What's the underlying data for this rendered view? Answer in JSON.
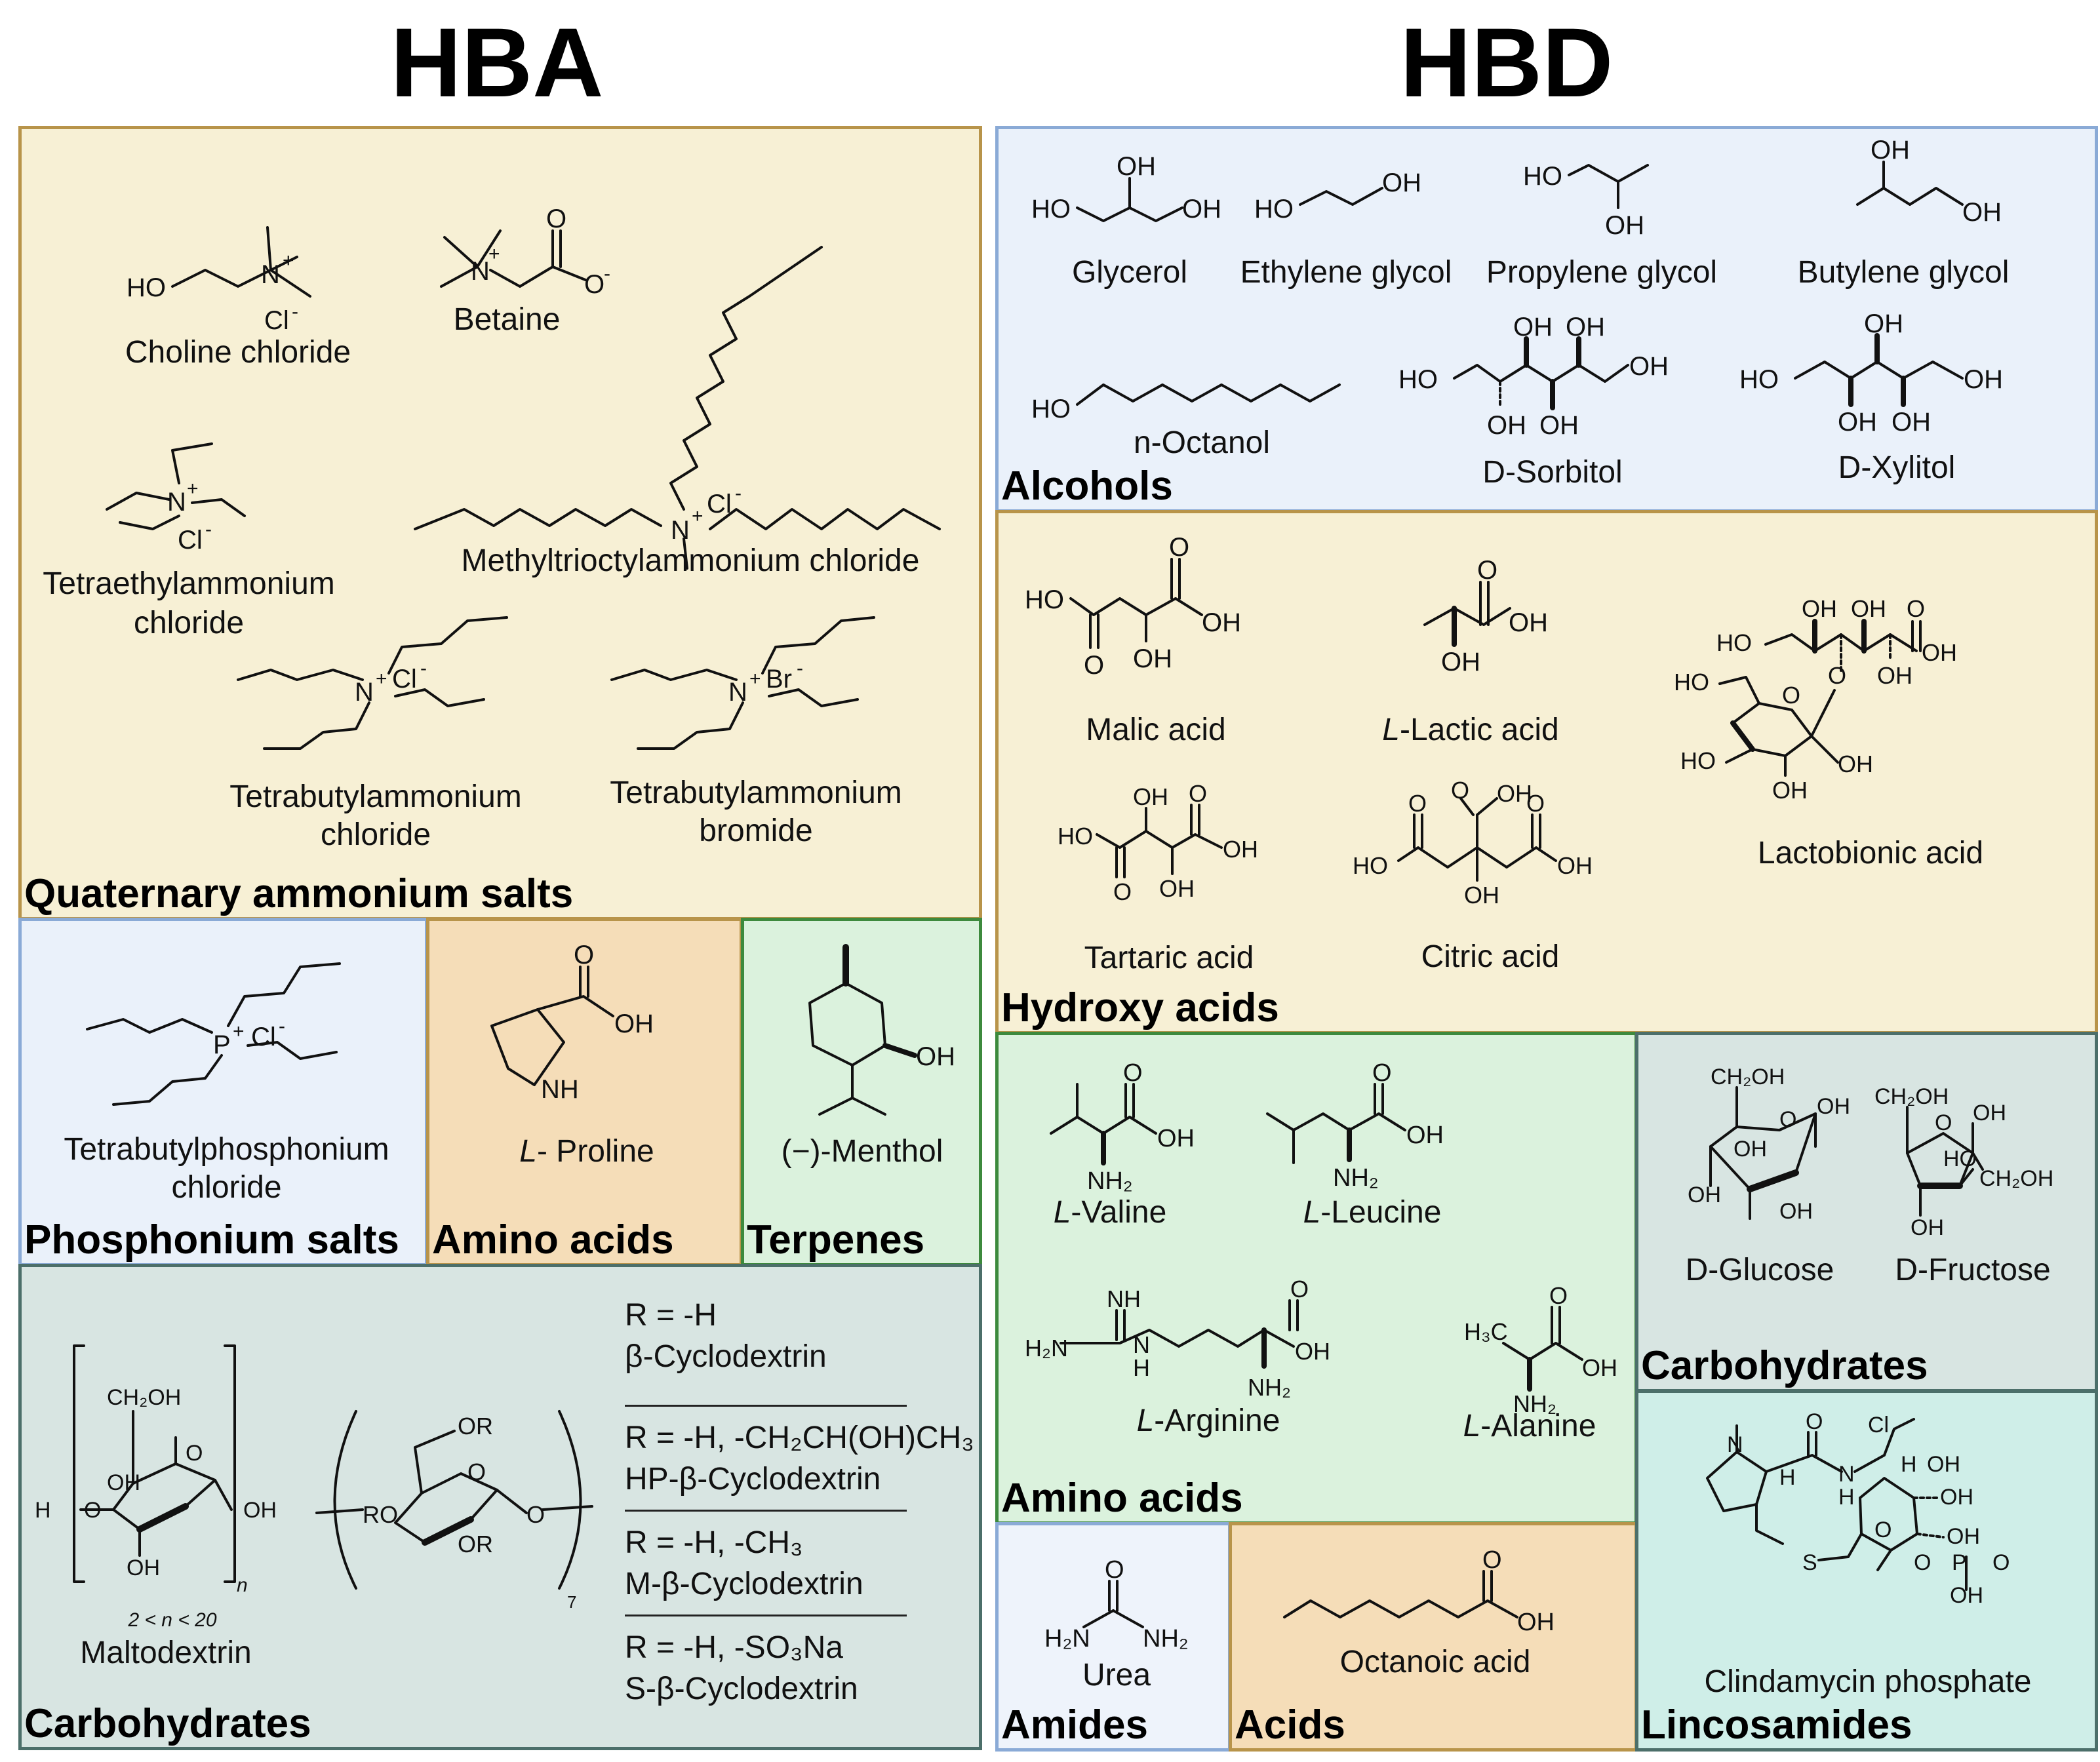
{
  "headers": {
    "hba": "HBA",
    "hbd": "HBD"
  },
  "hba": {
    "quaternary": {
      "category": "Quaternary ammonium salts",
      "molecules": [
        {
          "name": "Choline chloride",
          "atoms": [
            "HO",
            "N",
            "+",
            "Cl",
            "-"
          ]
        },
        {
          "name": "Betaine",
          "atoms": [
            "N",
            "+",
            "O",
            "O",
            "-"
          ]
        },
        {
          "name_lines": [
            "Tetraethylammonium",
            "chloride"
          ],
          "atoms": [
            "N",
            "+",
            "Cl",
            "-"
          ]
        },
        {
          "name": "Methyltrioctylammonium chloride",
          "atoms": [
            "N",
            "+",
            "Cl",
            "-"
          ]
        },
        {
          "name_lines": [
            "Tetrabutylammonium",
            "chloride"
          ],
          "atoms": [
            "N",
            "+",
            "Cl",
            "-"
          ]
        },
        {
          "name_lines": [
            "Tetrabutylammonium",
            "bromide"
          ],
          "atoms": [
            "N",
            "+",
            "Br",
            "-"
          ]
        }
      ]
    },
    "phosphonium": {
      "category": "Phosphonium salts",
      "molecule": {
        "name_lines": [
          "Tetrabutylphosphonium",
          "chloride"
        ],
        "atoms": [
          "P",
          "+",
          "Cl",
          "-"
        ]
      }
    },
    "amino_acids": {
      "category": "Amino acids",
      "molecule": {
        "prefix": "L",
        "name": "- Proline",
        "atoms": [
          "O",
          "OH",
          "NH"
        ]
      }
    },
    "terpenes": {
      "category": "Terpenes",
      "molecule": {
        "name": "(−)-Menthol",
        "atoms": [
          "OH"
        ]
      }
    },
    "carbohydrates": {
      "category": "Carbohydrates",
      "maltodextrin": {
        "name": "Maltodextrin",
        "atoms": [
          "CH₂OH",
          "O",
          "OH",
          "H",
          "O",
          "OH",
          "OH"
        ],
        "subscript": "n",
        "range": "2 < n < 20"
      },
      "cyclodextrin_atoms": [
        "OR",
        "O",
        "RO",
        "OR",
        "O"
      ],
      "cyclodextrin_subscript": "7",
      "cyclodextrins": [
        {
          "r": "R = -H",
          "name": "β-Cyclodextrin"
        },
        {
          "r": "R = -H, -CH₂CH(OH)CH₃",
          "name": "HP-β-Cyclodextrin"
        },
        {
          "r": "R = -H, -CH₃",
          "name": "M-β-Cyclodextrin"
        },
        {
          "r": "R = -H, -SO₃Na",
          "name": "S-β-Cyclodextrin"
        }
      ]
    }
  },
  "hbd": {
    "alcohols": {
      "category": "Alcohols",
      "molecules": [
        {
          "name": "Glycerol",
          "atoms": [
            "OH",
            "HO",
            "OH"
          ]
        },
        {
          "name": "Ethylene glycol",
          "atoms": [
            "HO",
            "OH"
          ]
        },
        {
          "name": "Propylene glycol",
          "atoms": [
            "HO",
            "OH"
          ]
        },
        {
          "name": "Butylene glycol",
          "atoms": [
            "OH",
            "OH"
          ]
        },
        {
          "name": "n-Octanol",
          "atoms": [
            "HO"
          ]
        },
        {
          "name": "D-Sorbitol",
          "atoms": [
            "OH",
            "OH",
            "HO",
            "OH",
            "OH",
            "OH"
          ]
        },
        {
          "name": "D-Xylitol",
          "atoms": [
            "OH",
            "HO",
            "OH",
            "OH",
            "OH"
          ]
        }
      ]
    },
    "hydroxy_acids": {
      "category": "Hydroxy acids",
      "molecules": [
        {
          "name": "Malic acid",
          "atoms": [
            "O",
            "HO",
            "OH",
            "O",
            "OH"
          ]
        },
        {
          "prefix": "L",
          "name": "-Lactic acid",
          "atoms": [
            "O",
            "OH",
            "OH"
          ]
        },
        {
          "name": "Lactobionic acid",
          "atoms": [
            "OH",
            "OH",
            "O",
            "HO",
            "OH",
            "OH",
            "O",
            "HO",
            "O",
            "O",
            "HO",
            "OH",
            "OH"
          ]
        },
        {
          "name": "Tartaric acid",
          "atoms": [
            "OH",
            "O",
            "HO",
            "OH",
            "O",
            "OH"
          ]
        },
        {
          "name": "Citric acid",
          "atoms": [
            "O",
            "OH",
            "O",
            "O",
            "HO",
            "OH",
            "OH"
          ]
        }
      ]
    },
    "amino_acids": {
      "category": "Amino acids",
      "molecules": [
        {
          "prefix": "L",
          "name": "-Valine",
          "atoms": [
            "O",
            "OH",
            "NH₂"
          ]
        },
        {
          "prefix": "L",
          "name": "-Leucine",
          "atoms": [
            "O",
            "OH",
            "NH₂"
          ]
        },
        {
          "prefix": "L",
          "name": "-Arginine",
          "atoms": [
            "NH",
            "H₂N",
            "N",
            "H",
            "O",
            "OH",
            "NH₂"
          ]
        },
        {
          "prefix": "L",
          "name": "-Alanine",
          "atoms": [
            "O",
            "H₃C",
            "OH",
            "NH₂"
          ]
        }
      ]
    },
    "carbohydrates": {
      "category": "Carbohydrates",
      "molecules": [
        {
          "name": "D-Glucose",
          "atoms": [
            "CH₂OH",
            "O",
            "OH",
            "OH",
            "OH",
            "OH"
          ]
        },
        {
          "name": "D-Fructose",
          "atoms": [
            "CH₂OH",
            "OH",
            "O",
            "HO",
            "CH₂OH",
            "OH"
          ]
        }
      ]
    },
    "amides": {
      "category": "Amides",
      "molecule": {
        "name": "Urea",
        "atoms": [
          "O",
          "H₂N",
          "NH₂"
        ]
      }
    },
    "acids": {
      "category": "Acids",
      "molecule": {
        "name": "Octanoic acid",
        "atoms": [
          "O",
          "OH"
        ]
      }
    },
    "lincosamides": {
      "category": "Lincosamides",
      "molecule": {
        "name": "Clindamycin phosphate",
        "atoms": [
          "N",
          "O",
          "Cl",
          "H",
          "N",
          "H",
          "H",
          "OH",
          "O",
          "OH",
          "OH",
          "S",
          "O",
          "P",
          "O",
          "OH"
        ]
      }
    }
  }
}
